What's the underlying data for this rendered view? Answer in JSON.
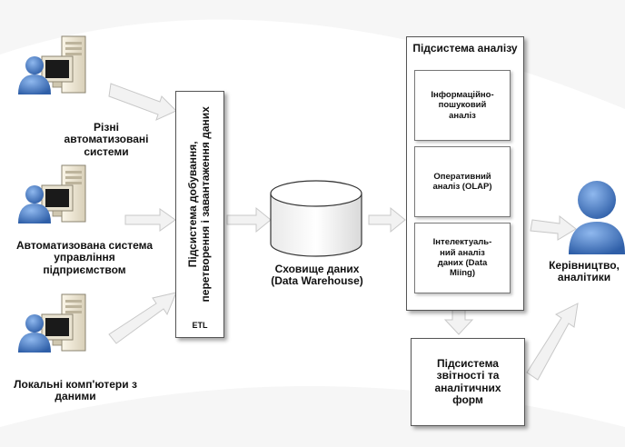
{
  "sources": {
    "automated_systems": "Різні автоматизовані системи",
    "enterprise_system": "Автоматизована система управління підприємством",
    "local_computers": "Локальні комп'ютери з даними"
  },
  "etl": {
    "title": "Підсистема добування, перетворення і завантаження даних",
    "tag": "ETL"
  },
  "warehouse": {
    "label": "Сховище даних (Data Warehouse)"
  },
  "analysis": {
    "title": "Підсистема аналізу",
    "modules": [
      "Інформаційно-пошуковий аналіз",
      "Оперативний аналіз (OLAP)",
      "Інтелектуаль-ний аналіз даних (Data Miing)"
    ]
  },
  "reporting": {
    "title": "Підсистема звітності та аналітичних форм"
  },
  "users": {
    "label": "Керівництво, аналітики"
  },
  "colors": {
    "person_blue": "#5b8fd6",
    "person_dark": "#2f5fa8",
    "monitor_screen": "#1a1a1a",
    "arrow_fill": "#f2f2f2",
    "arrow_stroke": "#c8c8c8"
  }
}
